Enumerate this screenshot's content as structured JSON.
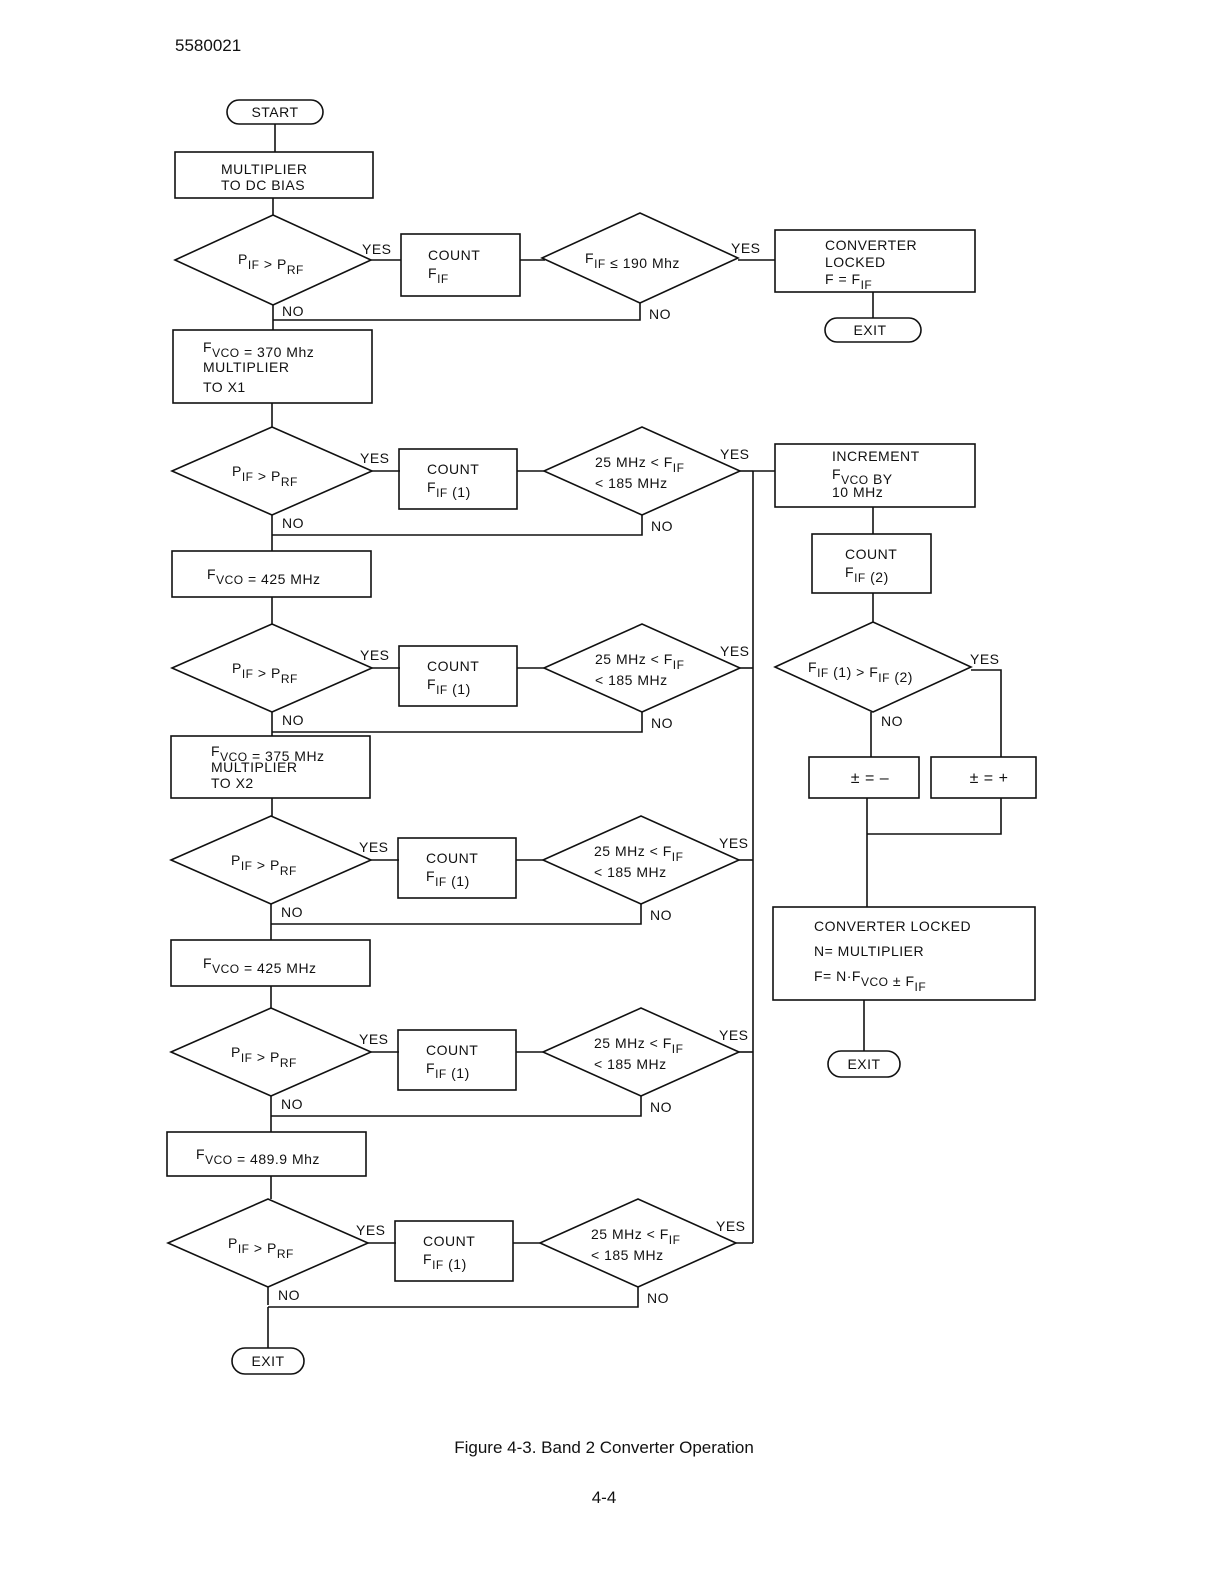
{
  "document_number": "5580021",
  "caption": "Figure 4-3. Band 2 Converter Operation",
  "page_number": "4-4",
  "labels": {
    "start": "START",
    "exit": "EXIT",
    "yes": "YES",
    "no": "NO"
  },
  "steps": {
    "multiplier_dc_bias": [
      "MULTIPLIER",
      "TO DC BIAS"
    ],
    "pif_gt_prf": "P_IF > P_RF",
    "count_fif": [
      "COUNT",
      "F_IF"
    ],
    "count_fif1": [
      "COUNT",
      "F_IF (1)"
    ],
    "fif_le_190": "F_IF ≤ 190 Mhz",
    "converter_locked_1": [
      "CONVERTER",
      "LOCKED",
      "F = F_IF"
    ],
    "fvco_370": [
      "F_VCO = 370 Mhz",
      "MULTIPLIER",
      "TO X1"
    ],
    "range_check": [
      "25 MHz < F_IF",
      "< 185 MHz"
    ],
    "fvco_425_a": "F_VCO = 425 MHz",
    "fvco_375": [
      "F_VCO = 375 MHz",
      "MULTIPLIER",
      "TO X2"
    ],
    "fvco_425_b": "F_VCO = 425 MHz",
    "fvco_489": "F_VCO = 489.9 Mhz",
    "increment_fvco": [
      "INCREMENT",
      "F_VCO BY",
      "10 MHz"
    ],
    "count_fif2": [
      "COUNT",
      "F_IF (2)"
    ],
    "fif1_gt_fif2": "F_IF (1) > F_IF (2)",
    "sign_minus": "± = –",
    "sign_plus": "± = +",
    "converter_locked_2": [
      "CONVERTER LOCKED",
      "N= MULTIPLIER",
      "F= N·F_VCO ± F_IF"
    ]
  }
}
